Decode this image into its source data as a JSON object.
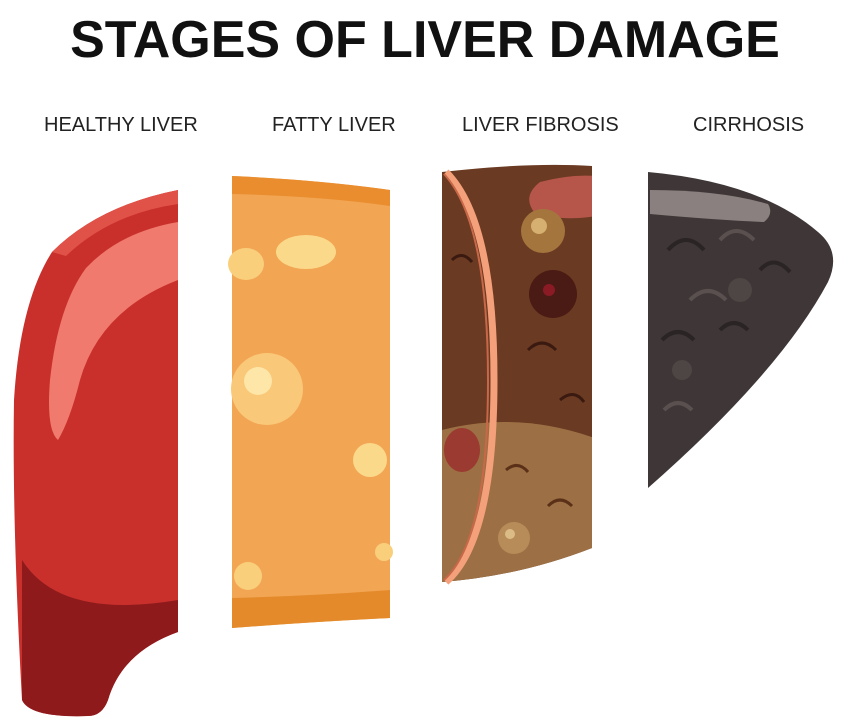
{
  "title": "STAGES OF LIVER DAMAGE",
  "stages": [
    {
      "label": "HEALTHY LIVER",
      "color": "#c9302c"
    },
    {
      "label": "FATTY LIVER",
      "color": "#f2a553"
    },
    {
      "label": "LIVER FIBROSIS",
      "color": "#6b3a22"
    },
    {
      "label": "CIRRHOSIS",
      "color": "#3f3737"
    }
  ]
}
